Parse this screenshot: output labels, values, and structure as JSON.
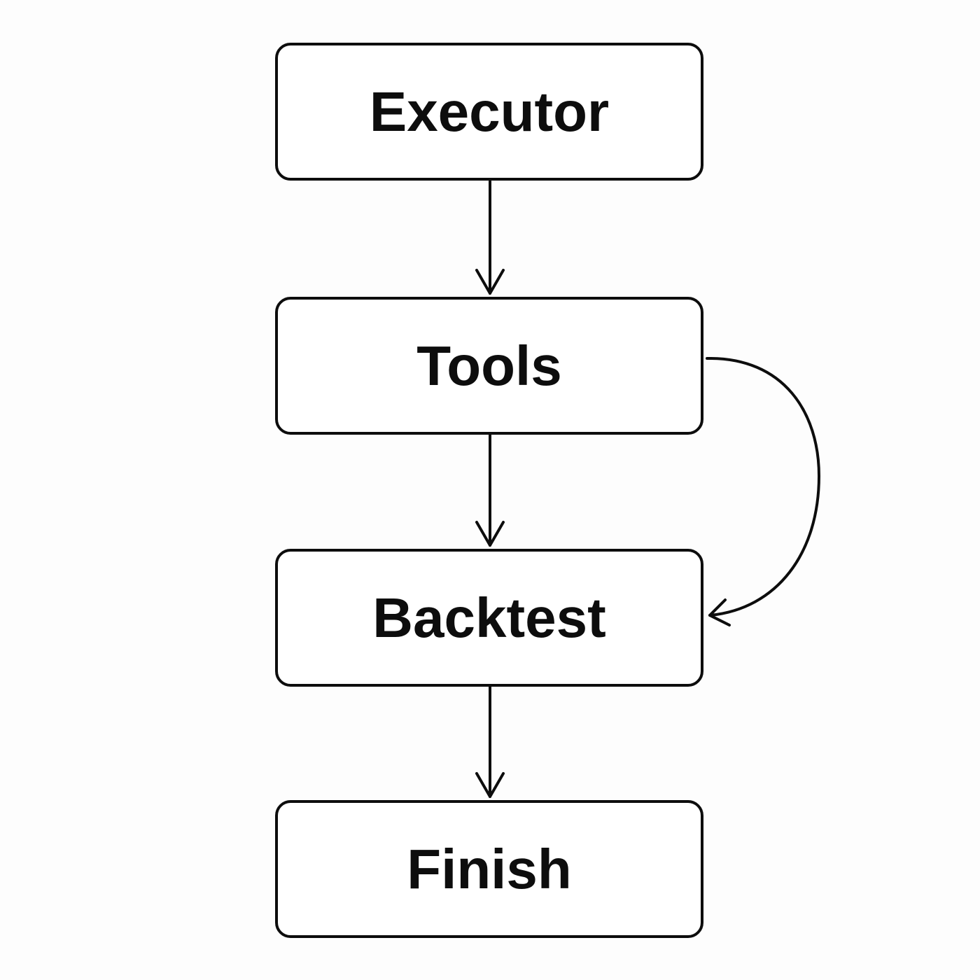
{
  "diagram": {
    "nodes": [
      {
        "id": "executor",
        "label": "Executor"
      },
      {
        "id": "tools",
        "label": "Tools"
      },
      {
        "id": "backtest",
        "label": "Backtest"
      },
      {
        "id": "finish",
        "label": "Finish"
      }
    ],
    "edges": [
      {
        "from": "executor",
        "to": "tools"
      },
      {
        "from": "tools",
        "to": "backtest"
      },
      {
        "from": "tools",
        "to": "backtest",
        "style": "curved-right"
      },
      {
        "from": "backtest",
        "to": "finish"
      }
    ],
    "colors": {
      "stroke": "#0d0d0d",
      "background": "#fdfdfd",
      "node_fill": "#ffffff"
    }
  }
}
